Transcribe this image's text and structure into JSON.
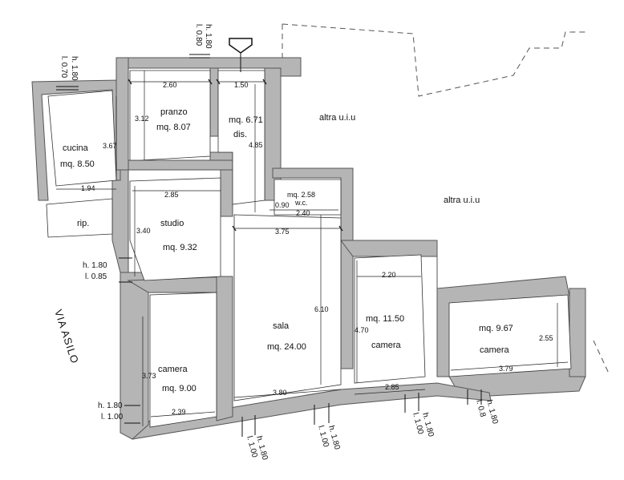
{
  "rooms": {
    "cucina": {
      "name": "cucina",
      "area": "mq. 8.50"
    },
    "pranzo": {
      "name": "pranzo",
      "area": "mq. 8.07"
    },
    "dis": {
      "name": "dis.",
      "area": "mq. 6.71"
    },
    "wc": {
      "name": "w.c.",
      "area": "mq. 2.58"
    },
    "rip": {
      "name": "rip."
    },
    "studio": {
      "name": "studio",
      "area": "mq. 9.32"
    },
    "sala": {
      "name": "sala",
      "area": "mq. 24.00"
    },
    "camera1": {
      "name": "camera",
      "area": "mq. 9.00"
    },
    "camera2": {
      "name": "camera",
      "area": "mq. 11.50"
    },
    "camera3": {
      "name": "camera",
      "area": "mq. 9.67"
    }
  },
  "neighbors": {
    "north": "altra u.i.u",
    "east": "altra u.i.u"
  },
  "street": "VIA ASILO",
  "dimensions": {
    "d260": "2.60",
    "d150": "1.50",
    "d312": "3.12",
    "d367": "3.67",
    "d194": "1.94",
    "d485": "4.85",
    "d285a": "2.85",
    "d090": "0.90",
    "d240": "2.40",
    "d340": "3.40",
    "d375": "3.75",
    "d610": "6.10",
    "d220": "2.20",
    "d470": "4.70",
    "d373": "3.73",
    "d380": "3.80",
    "d285b": "2.85",
    "d239": "2.39",
    "d379": "3.79",
    "d255": "2.55"
  },
  "openings": {
    "o1": {
      "h": "h. 1.80",
      "l": "l. 0.70"
    },
    "o2": {
      "h": "h. 1.80",
      "l": "l. 0.80"
    },
    "o3": {
      "h": "h. 1.80",
      "l": "l. 0.85"
    },
    "o4": {
      "h": "h. 1.80",
      "l": "l. 1.00"
    },
    "o5": {
      "h": "h. 1.80",
      "l": "l. 1.00"
    },
    "o6": {
      "h": "h. 1.80",
      "l": "l. 1.00"
    },
    "o7": {
      "h": "h. 1.80",
      "l": "l. 1.00"
    },
    "o8": {
      "h": "h. 1.80",
      "l": "l. 0.8"
    }
  }
}
